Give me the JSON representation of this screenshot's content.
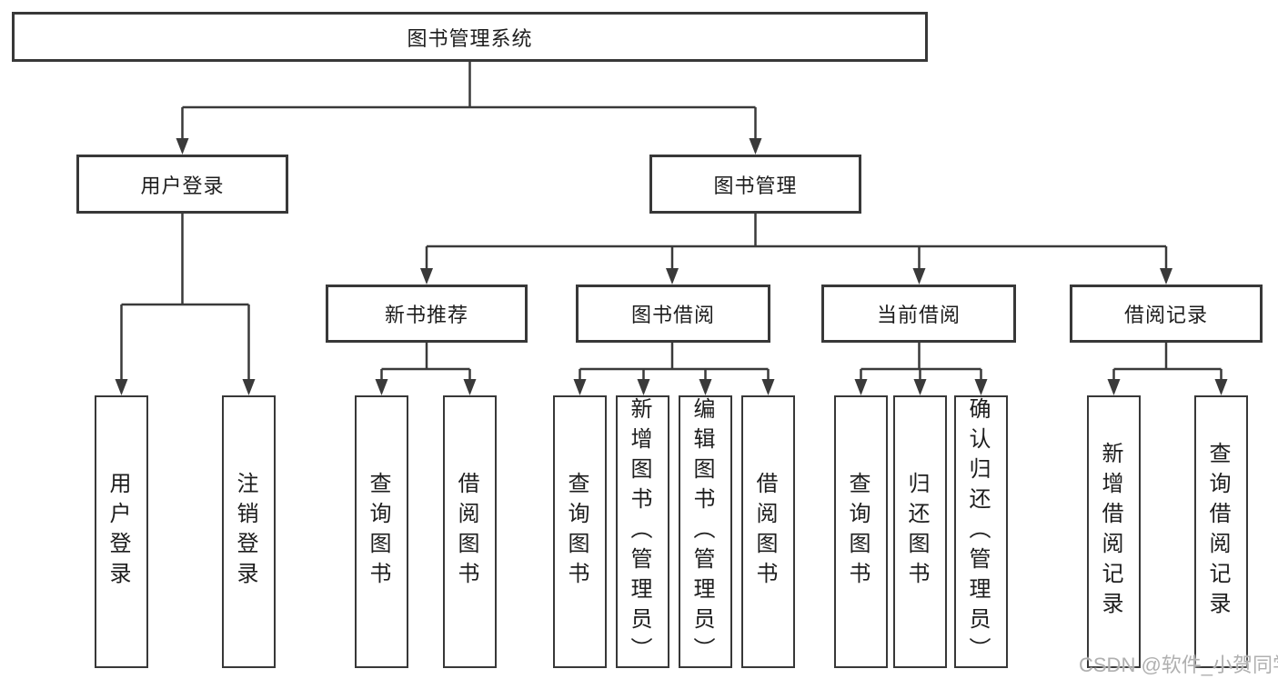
{
  "colors": {
    "background": "#ffffff",
    "line": "#3a3a3a",
    "box_border": "#383838",
    "text": "#1d1d1d",
    "watermark": "#b0b0b0"
  },
  "diagram": {
    "root": {
      "label": "图书管理系统"
    },
    "level2": [
      {
        "label": "用户登录"
      },
      {
        "label": "图书管理"
      }
    ],
    "level3": [
      {
        "label": "新书推荐",
        "parent": "图书管理"
      },
      {
        "label": "图书借阅",
        "parent": "图书管理"
      },
      {
        "label": "当前借阅",
        "parent": "图书管理"
      },
      {
        "label": "借阅记录",
        "parent": "图书管理"
      }
    ],
    "leaves": [
      {
        "label": "用户登录",
        "parent": "用户登录"
      },
      {
        "label": "注销登录",
        "parent": "用户登录"
      },
      {
        "label": "查询图书",
        "parent": "新书推荐"
      },
      {
        "label": "借阅图书",
        "parent": "新书推荐"
      },
      {
        "label": "查询图书",
        "parent": "图书借阅"
      },
      {
        "label": "新增图书（管理员）",
        "parent": "图书借阅"
      },
      {
        "label": "编辑图书（管理员）",
        "parent": "图书借阅"
      },
      {
        "label": "借阅图书",
        "parent": "图书借阅"
      },
      {
        "label": "查询图书",
        "parent": "当前借阅"
      },
      {
        "label": "归还图书",
        "parent": "当前借阅"
      },
      {
        "label": "确认归还（管理员）",
        "parent": "当前借阅"
      },
      {
        "label": "新增借阅记录",
        "parent": "借阅记录"
      },
      {
        "label": "查询借阅记录",
        "parent": "借阅记录"
      }
    ]
  },
  "watermark": "CSDN @软件_小贺同学"
}
